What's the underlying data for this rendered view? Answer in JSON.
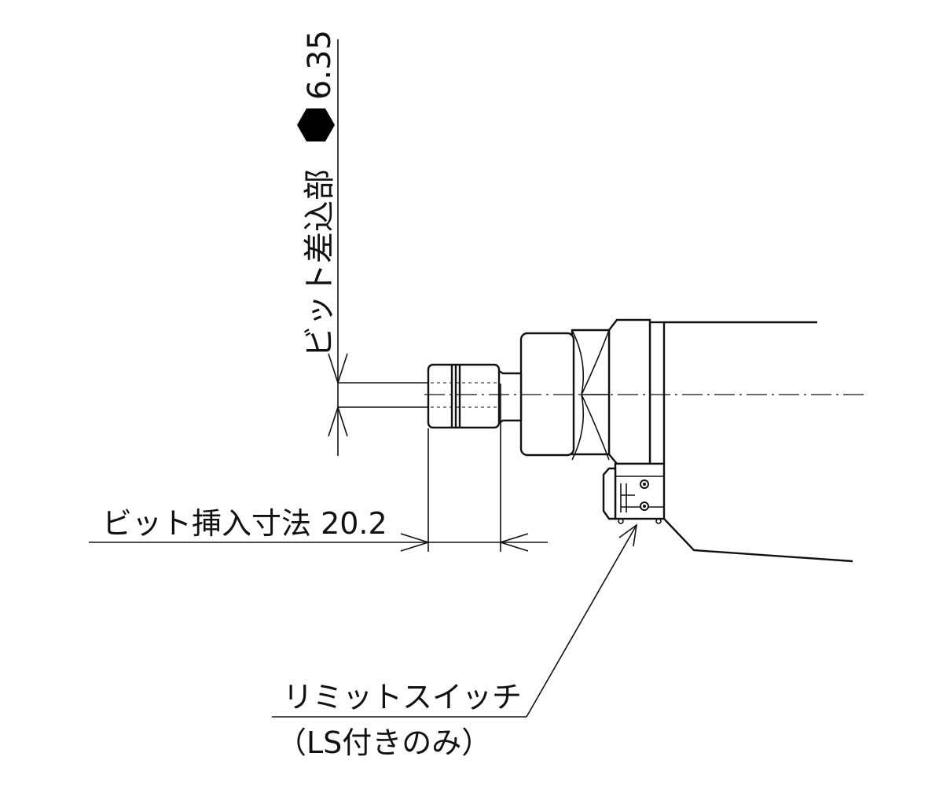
{
  "labels": {
    "bit_socket_label": "ビット差込部",
    "hex_size": "6.35",
    "bit_insert_label": "ビット挿入寸法 20.2",
    "limit_switch_label": "リミットスイッチ",
    "limit_switch_note": "（LS付きのみ）"
  },
  "colors": {
    "line": "#111111",
    "background": "#ffffff"
  },
  "icons": {
    "hex_symbol": "hexagon-icon"
  }
}
